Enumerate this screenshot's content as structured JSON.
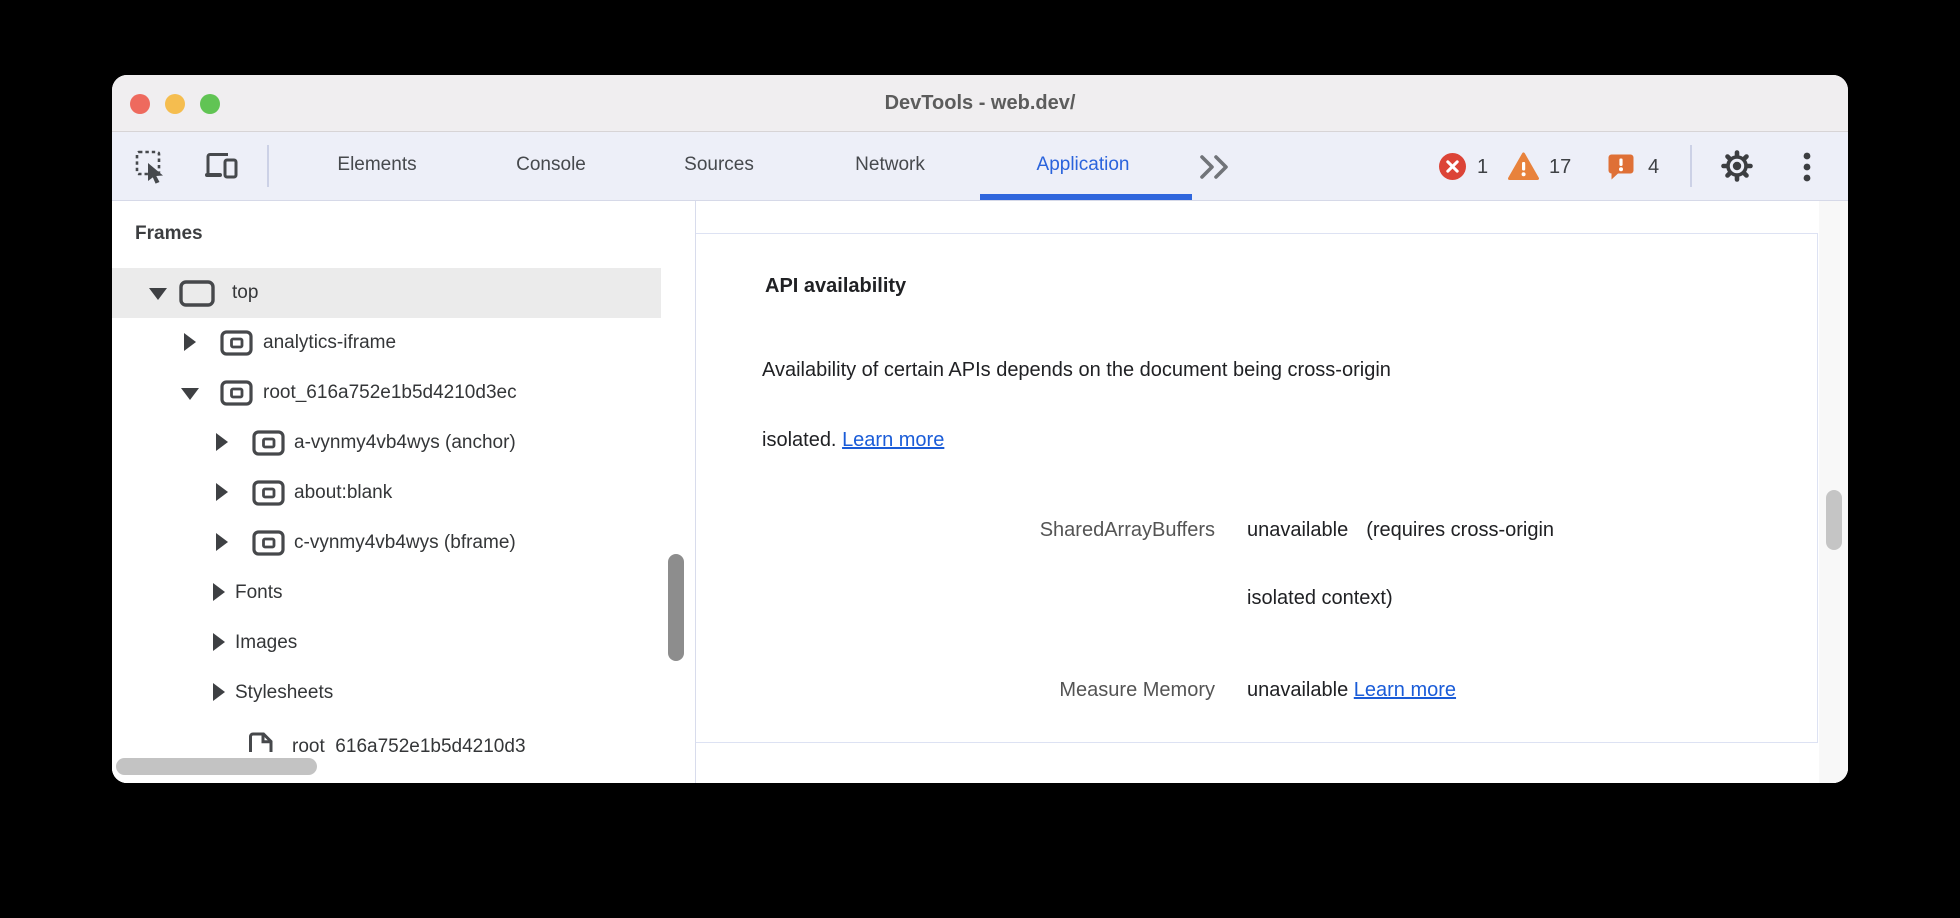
{
  "window": {
    "title": "DevTools - web.dev/"
  },
  "toolbar": {
    "tabs": [
      {
        "label": "Elements",
        "active": false
      },
      {
        "label": "Console",
        "active": false
      },
      {
        "label": "Sources",
        "active": false
      },
      {
        "label": "Network",
        "active": false
      },
      {
        "label": "Application",
        "active": true
      }
    ],
    "error_count": "1",
    "warning_count": "17",
    "issues_count": "4"
  },
  "sidebar": {
    "section_title": "Frames",
    "tree": [
      {
        "label": "top",
        "expanded": true,
        "icon": "frame",
        "selected": true
      },
      {
        "label": "analytics-iframe",
        "expanded": false,
        "icon": "iframe"
      },
      {
        "label": "root_616a752e1b5d4210d3ec",
        "expanded": true,
        "icon": "iframe"
      },
      {
        "label": "a-vynmy4vb4wys (anchor)",
        "expanded": false,
        "icon": "iframe"
      },
      {
        "label": "about:blank",
        "expanded": false,
        "icon": "iframe"
      },
      {
        "label": "c-vynmy4vb4wys (bframe)",
        "expanded": false,
        "icon": "iframe"
      },
      {
        "label": "Fonts",
        "expanded": false,
        "icon": "none"
      },
      {
        "label": "Images",
        "expanded": false,
        "icon": "none"
      },
      {
        "label": "Stylesheets",
        "expanded": false,
        "icon": "none"
      },
      {
        "label": "root_616a752e1b5d4210d3",
        "expanded": false,
        "icon": "document"
      }
    ]
  },
  "content": {
    "section_title": "API availability",
    "description_line1": "Availability of certain APIs depends on the document being cross-origin",
    "description_line2": "isolated.",
    "description_link": "Learn more",
    "rows": [
      {
        "label": "SharedArrayBuffers",
        "status": "unavailable",
        "note_line1": "(requires cross-origin",
        "note_line2": "isolated context)"
      },
      {
        "label": "Measure Memory",
        "status": "unavailable",
        "link": "Learn more"
      }
    ]
  },
  "colors": {
    "accent_blue": "#2a63dc",
    "link_blue": "#1a5cd8",
    "error_red": "#dc4437",
    "warning_orange": "#e8823c",
    "issues_orange": "#df7036"
  }
}
